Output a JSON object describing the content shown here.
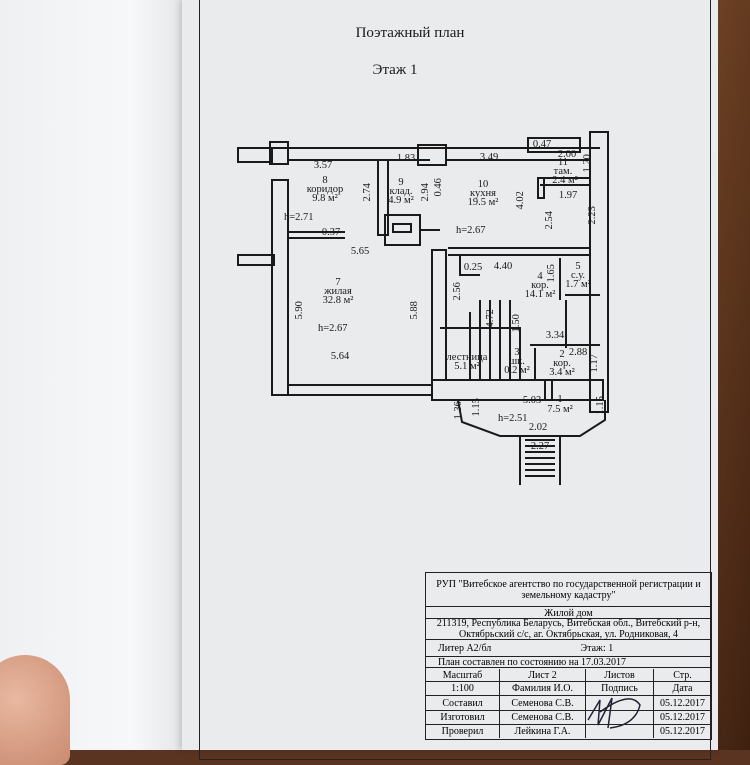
{
  "header": {
    "title": "Поэтажный план",
    "floor": "Этаж 1"
  },
  "rooms": {
    "r8": {
      "num": "8",
      "name": "коридор",
      "area": "9.8 м²"
    },
    "r9": {
      "num": "9",
      "name": "клад.",
      "area": "4.9 м²"
    },
    "r10": {
      "num": "10",
      "name": "кухня",
      "area": "19.5 м²"
    },
    "r11": {
      "num": "11",
      "name": "там.",
      "area": "2.4 м²"
    },
    "r7": {
      "num": "7",
      "name": "жилая",
      "area": "32.8 м²"
    },
    "r4": {
      "num": "4",
      "name": "кор.",
      "area": "14.1 м²"
    },
    "r5": {
      "num": "5",
      "name": "с.у.",
      "area": "1.7 м²"
    },
    "r6": {
      "name": "лестница",
      "area": "5.1 м²"
    },
    "r3": {
      "num": "3",
      "name": "шк.",
      "area": "0.2 м²"
    },
    "r2": {
      "num": "2",
      "name": "кор.",
      "area": "3.4 м²"
    },
    "r1": {
      "num": "1",
      "area": "7.5 м²"
    }
  },
  "heights": {
    "h1": "h=2.71",
    "h2": "h=2.67",
    "h3": "h=2.67",
    "h4": "h=2.51"
  },
  "dims": [
    "3.57",
    "1.83",
    "2.74",
    "2.94",
    "0.46",
    "3.49",
    "0.47",
    "2.00",
    "1.20",
    "1.97",
    "4.02",
    "2.54",
    "2.23",
    "0.37",
    "5.65",
    "5.90",
    "5.88",
    "5.64",
    "0.25",
    "4.40",
    "1.65",
    "2.56",
    "4.72",
    "1.50",
    "3.34",
    "2.88",
    "1.17",
    "5.03",
    "1.36",
    "1.15",
    "1.15",
    "2.02",
    "2.27"
  ],
  "stamp": {
    "org": "РУП \"Витебское агентство по государственной регистрации и земельному кадастру\"",
    "object": "Жилой дом",
    "address": "211319, Республика Беларусь, Витебская обл., Витебский р-н, Октябрьский с/с, аг. Октябрьская, ул. Родниковая, 4",
    "liter": "Литер А2/бл",
    "floor": "Этаж: 1",
    "state": "План составлен по состоянию на 17.03.2017",
    "h": [
      "Масштаб",
      "Лист      2",
      "Листов",
      "Стр."
    ],
    "h2": [
      "1:100",
      "Фамилия И.О.",
      "Подпись",
      "Дата"
    ],
    "rows": [
      [
        "Составил",
        "Семенова С.В.",
        "05.12.2017"
      ],
      [
        "Изготовил",
        "Семенова С.В.",
        "05.12.2017"
      ],
      [
        "Проверил",
        "Лейкина Г.А.",
        "05.12.2017"
      ]
    ]
  }
}
